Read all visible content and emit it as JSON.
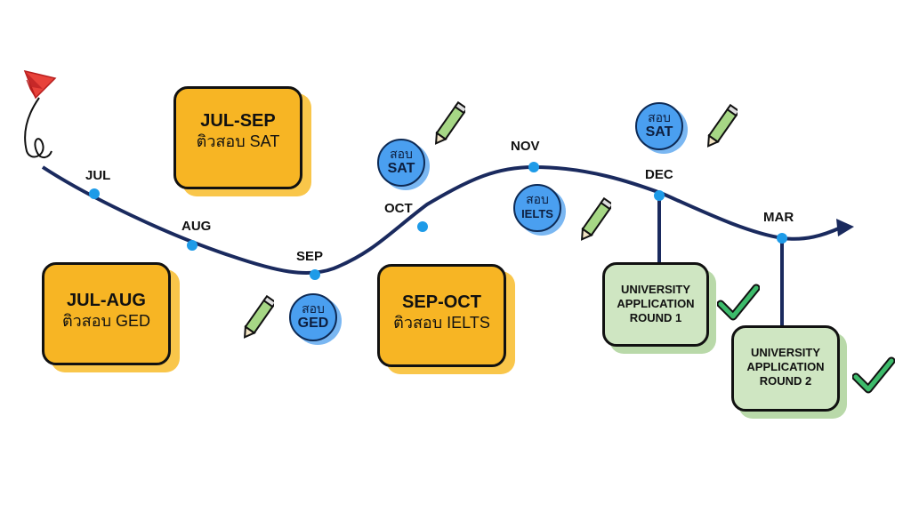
{
  "timeline": {
    "months": [
      "JUL",
      "AUG",
      "SEP",
      "OCT",
      "NOV",
      "DEC",
      "MAR"
    ],
    "accent_color": "#1a2a5e"
  },
  "cards": {
    "jul_aug": {
      "title": "JUL-AUG",
      "subtitle": "ติวสอบ GED"
    },
    "jul_sep": {
      "title": "JUL-SEP",
      "subtitle": "ติวสอบ SAT"
    },
    "sep_oct": {
      "title": "SEP-OCT",
      "subtitle": "ติวสอบ IELTS"
    }
  },
  "exams": {
    "ged": {
      "line1": "สอบ",
      "line2": "GED"
    },
    "sat_oct": {
      "line1": "สอบ",
      "line2": "SAT"
    },
    "ielts": {
      "line1": "สอบ",
      "line2": "IELTS"
    },
    "sat_dec": {
      "line1": "สอบ",
      "line2": "SAT"
    }
  },
  "applications": {
    "round1": {
      "line1": "UNIVERSITY",
      "line2": "APPLICATION",
      "line3": "ROUND 1"
    },
    "round2": {
      "line1": "UNIVERSITY",
      "line2": "APPLICATION",
      "line3": "ROUND 2"
    }
  },
  "colors": {
    "yellow": "#f7b524",
    "green": "#cfe6c2",
    "blue": "#4a9ff0",
    "check": "#3dbb6b"
  }
}
